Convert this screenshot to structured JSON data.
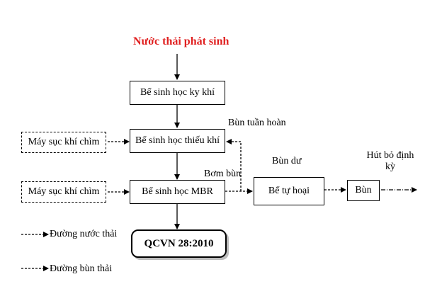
{
  "diagram": {
    "source_title": "Nước thải phát sinh",
    "source_title_color": "#e02020",
    "nodes": {
      "anaerobic_tank": "Bể sinh học ky khí",
      "anoxic_tank": "Bể sinh học thiếu khí",
      "mbr_tank": "Bể sinh học MBR",
      "septic_tank": "Bể tự hoại",
      "sludge": "Bùn",
      "standard": "QCVN 28:2010",
      "blower_1": "Máy sục khí chìm",
      "blower_2": "Máy sục khí chìm"
    },
    "edge_labels": {
      "recycle_sludge": "Bùn tuần hoàn",
      "sludge_pump": "Bơm bùn",
      "excess_sludge": "Bùn dư",
      "periodic_suction": "Hút bỏ định kỳ"
    },
    "legend": {
      "wastewater_line": "Đường nước thải",
      "sludge_line": "Đường bùn thải"
    }
  }
}
